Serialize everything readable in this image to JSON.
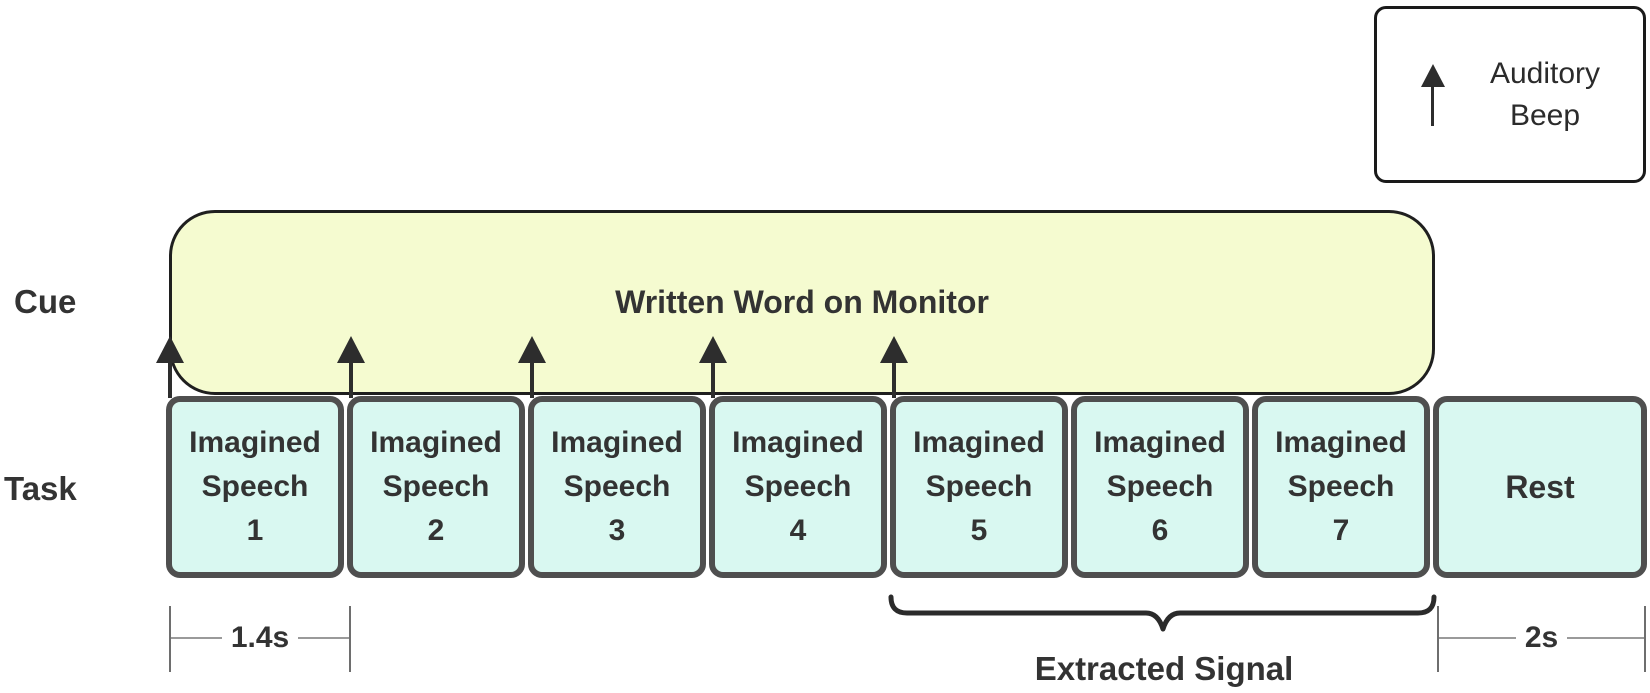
{
  "legend": {
    "icon": "auditory-beep-arrow",
    "label_lines": [
      "Auditory",
      "Beep"
    ]
  },
  "row_labels": {
    "cue": "Cue",
    "task": "Task"
  },
  "cue_box": {
    "label": "Written Word on Monitor"
  },
  "task_boxes": [
    {
      "lines": [
        "Imagined",
        "Speech",
        "1"
      ]
    },
    {
      "lines": [
        "Imagined",
        "Speech",
        "2"
      ]
    },
    {
      "lines": [
        "Imagined",
        "Speech",
        "3"
      ]
    },
    {
      "lines": [
        "Imagined",
        "Speech",
        "4"
      ]
    },
    {
      "lines": [
        "Imagined",
        "Speech",
        "5"
      ]
    },
    {
      "lines": [
        "Imagined",
        "Speech",
        "6"
      ]
    },
    {
      "lines": [
        "Imagined",
        "Speech",
        "7"
      ]
    },
    {
      "lines": [
        "Rest"
      ]
    }
  ],
  "beeps": {
    "count": 5,
    "positions": "start of imagined speech 1-5"
  },
  "annotations": {
    "speech_duration": "1.4s",
    "rest_duration": "2s",
    "extracted_signal": "Extracted Signal"
  },
  "colors": {
    "cue_fill": "#f5fbd0",
    "task_fill": "#d9f8f1",
    "task_border": "#4f4f4f",
    "outline": "#1a1a1a",
    "text": "#333333",
    "arrow": "#2d2d2d"
  }
}
